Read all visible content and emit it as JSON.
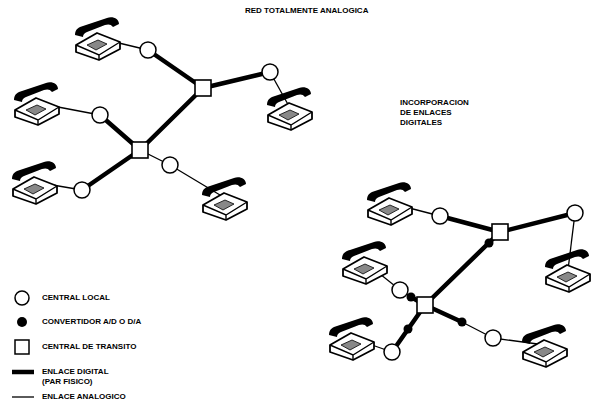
{
  "diagram": {
    "labels": [
      "RED TOTALMENTE ANALOGICA",
      "INCORPORACION DE ENLACES DIGITALES"
    ],
    "legend": [
      {
        "text": "CENTRAL LOCAL"
      },
      {
        "text": "CONVERTIDOR A/D O D/A"
      },
      {
        "text": "CENTRAL DE TRANSITO"
      },
      {
        "text": "ENLACE DIGITAL (PAR FISICO)"
      },
      {
        "text": "ENLACE ANALOGICO"
      }
    ]
  }
}
